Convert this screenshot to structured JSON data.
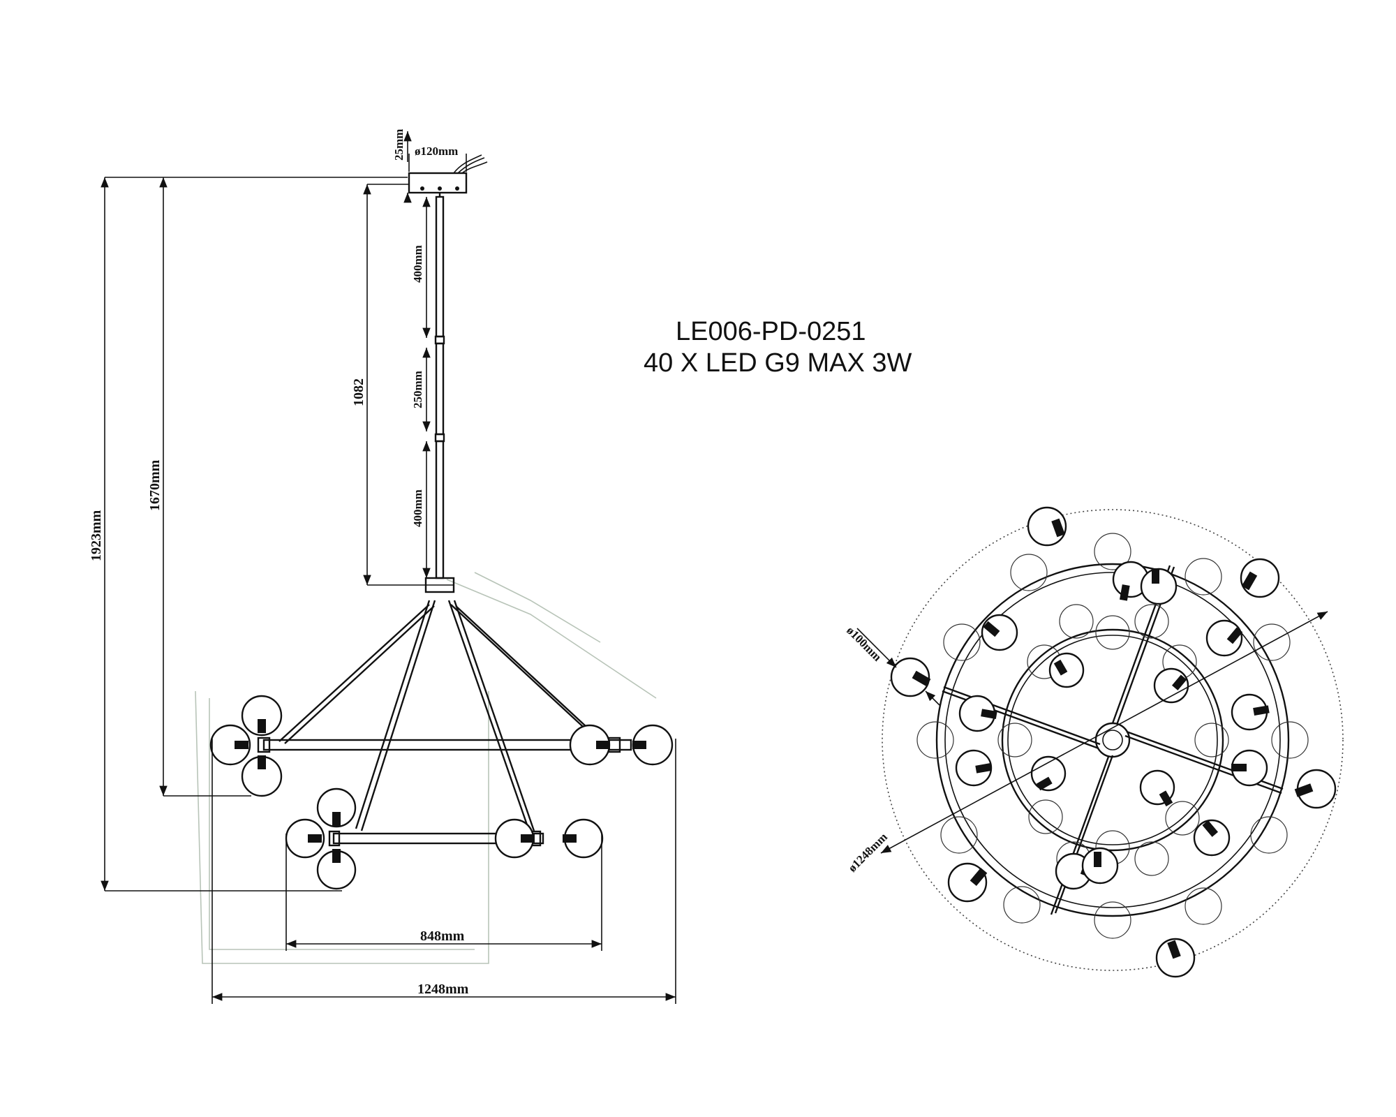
{
  "model": {
    "code": "LE006-PD-0251",
    "spec": "40 X LED G9 MAX 3W"
  },
  "dimensions": {
    "canopy_height": "25mm",
    "canopy_diameter": "ø120mm",
    "rod_upper": "400mm",
    "rod_middle": "250mm",
    "rod_lower": "400mm",
    "drop_length": "1082",
    "height_to_upper_ring": "1670mm",
    "total_height": "1923mm",
    "lower_width": "848mm",
    "upper_width": "1248mm",
    "globe_diameter": "ø100mm",
    "plan_diameter": "ø1248mm"
  }
}
